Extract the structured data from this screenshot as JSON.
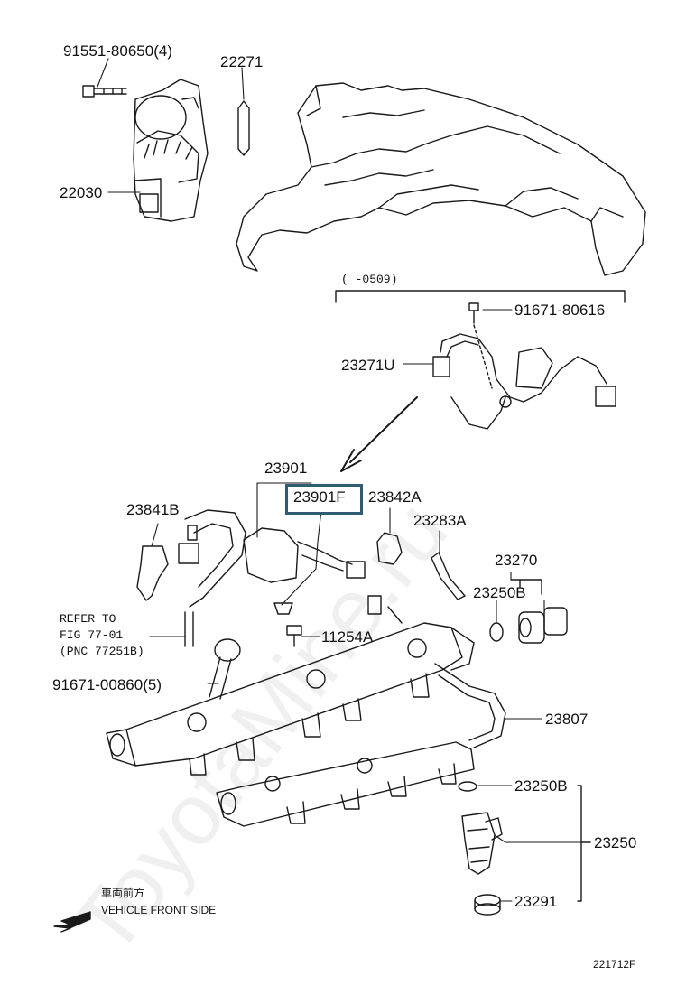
{
  "watermark": "ToyotaMine.ru",
  "figure_code": "221712F",
  "date_range": "(      -0509)",
  "refer_note": [
    "REFER TO",
    "FIG 77-01",
    "(PNC 77251B)"
  ],
  "front_side": {
    "jp": "車両前方",
    "en": "VEHICLE FRONT SIDE"
  },
  "parts": {
    "p91551": "91551-80650(4)",
    "p22271": "22271",
    "p22030": "22030",
    "p91671a": "91671-80616",
    "p23271U": "23271U",
    "p23901": "23901",
    "p23901F": "23901F",
    "p23842A": "23842A",
    "p23841B": "23841B",
    "p23283A": "23283A",
    "p23270": "23270",
    "p23250B_a": "23250B",
    "p11254A": "11254A",
    "p91671b": "91671-00860(5)",
    "p23807": "23807",
    "p23250B_b": "23250B",
    "p23250": "23250",
    "p23291": "23291"
  }
}
